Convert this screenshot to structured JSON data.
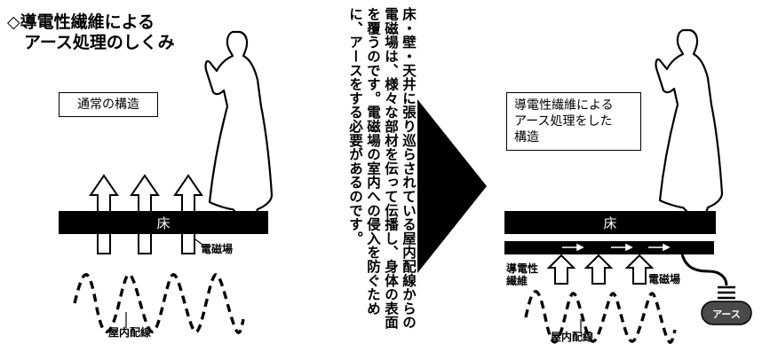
{
  "title": "◇導電性繊維による\n　アース処理のしくみ",
  "description_text": "床・壁・天井に張り巡らされている屋内配線からの電磁場は、様々な部材を伝って伝播し、身体の表面を覆うのです。電磁場の室内への侵入を防ぐために、アースをする必要があるのです。",
  "left_panel": {
    "box_label": "通常の構造",
    "floor_label": "床",
    "em_field_label": "電磁場",
    "wiring_label": "屋内配線"
  },
  "right_panel": {
    "box_label": "導電性繊維による\nアース処理をした\n構造",
    "floor_label": "床",
    "fiber_label": "導電性\n繊維",
    "em_field_label": "電磁場",
    "wiring_label": "屋内配線",
    "ground_label": "アース"
  },
  "colors": {
    "ink": "#000000",
    "paper": "#ffffff",
    "ground_fill": "#4a4a4a"
  }
}
